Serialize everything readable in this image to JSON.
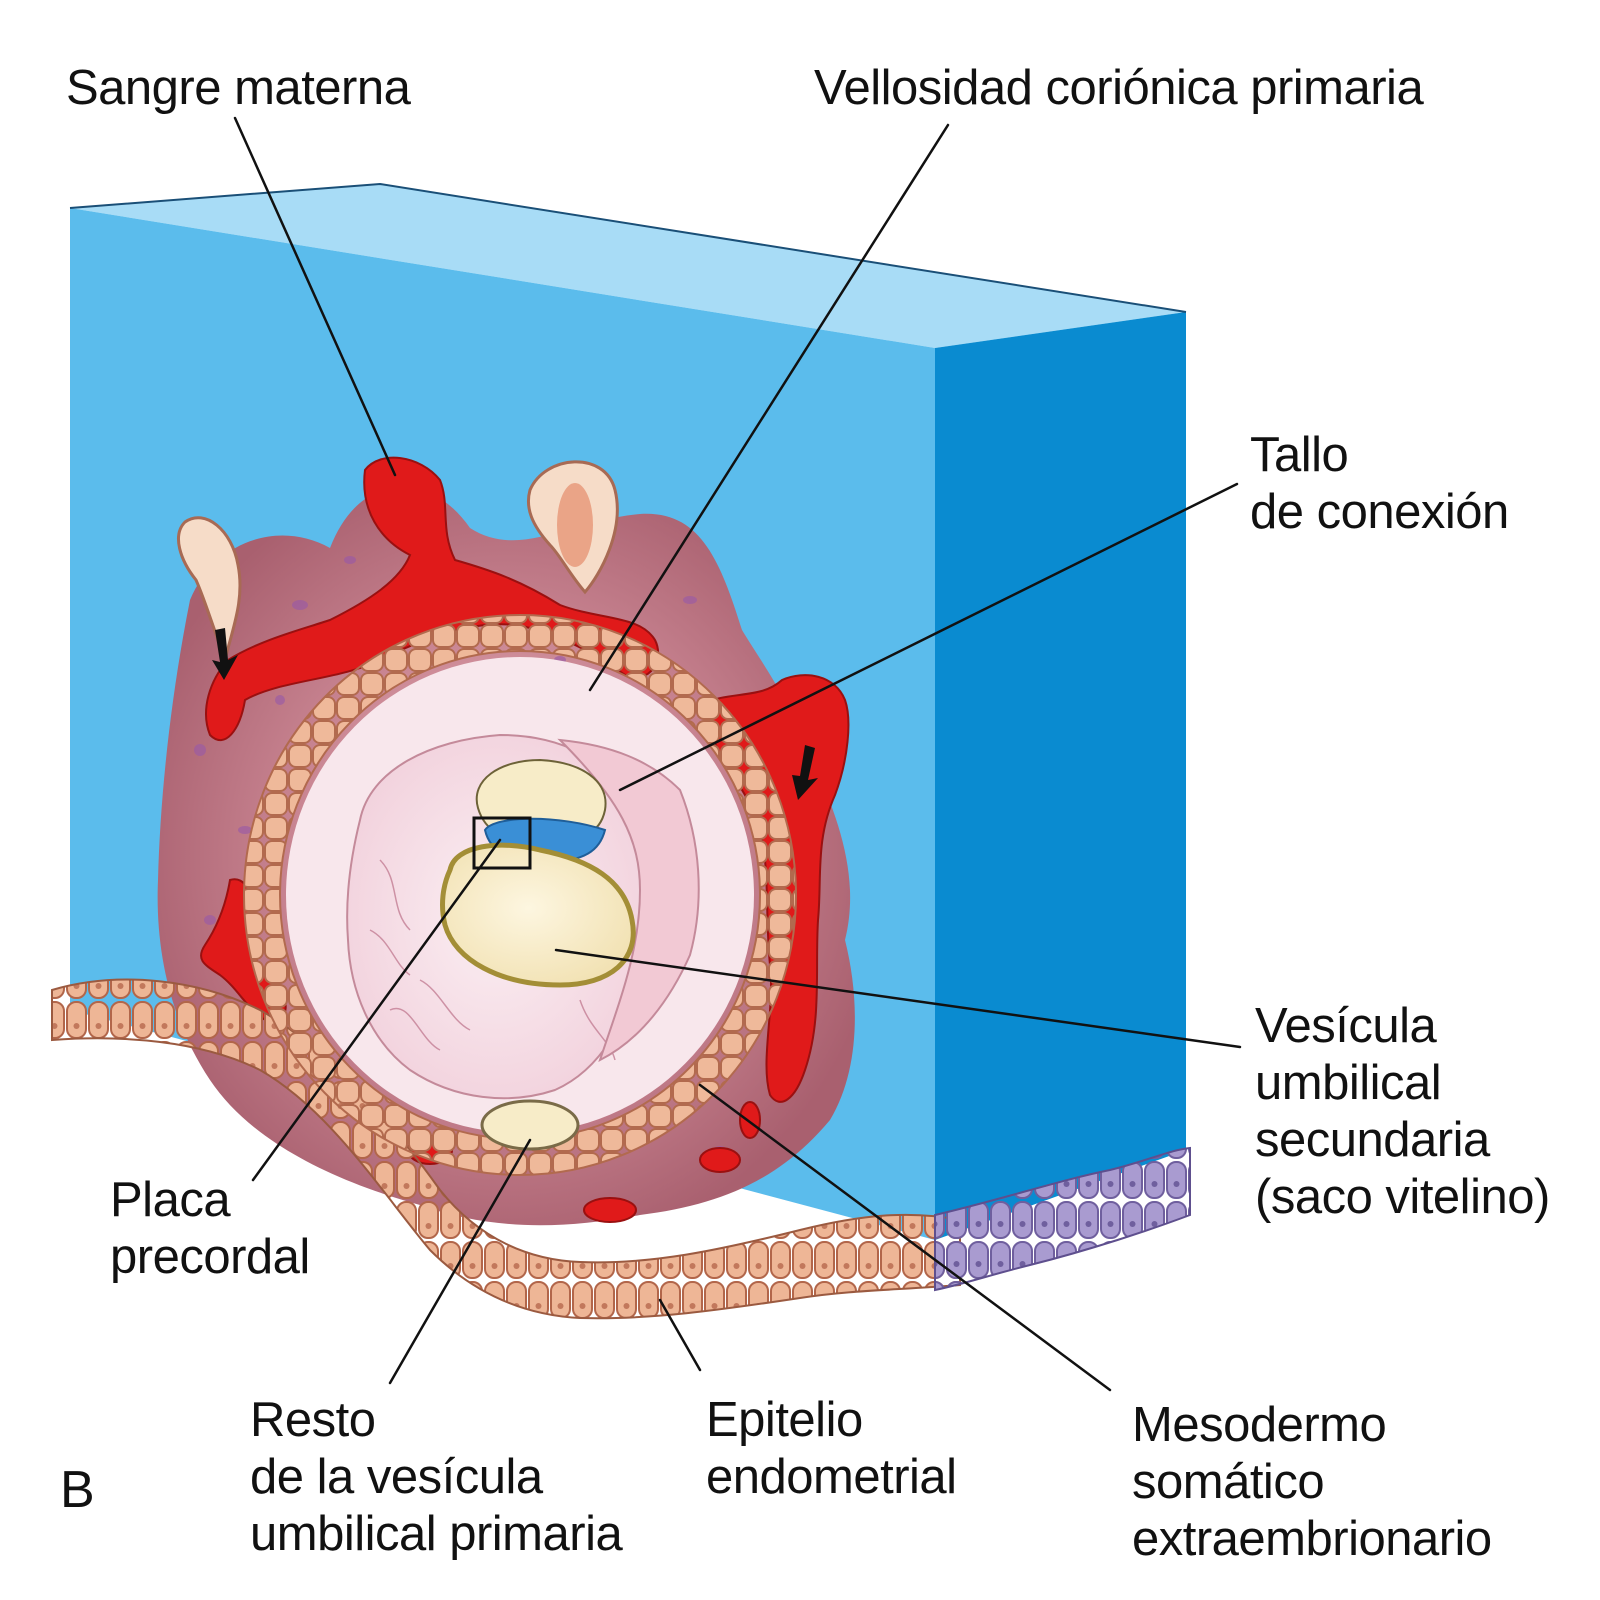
{
  "panel_letter": "B",
  "labels": {
    "sangre_materna": [
      "Sangre materna"
    ],
    "vellosidad": [
      "Vellosidad coriónica primaria"
    ],
    "tallo": [
      "Tallo",
      "de conexión"
    ],
    "vesicula_secundaria": [
      "Vesícula",
      "umbilical",
      "secundaria",
      "(saco vitelino)"
    ],
    "placa": [
      "Placa",
      "precordal"
    ],
    "resto": [
      "Resto",
      "de la vesícula",
      "umbilical primaria"
    ],
    "epitelio": [
      "Epitelio",
      "endometrial"
    ],
    "mesodermo": [
      "Mesodermo",
      "somático",
      "extraembrionario"
    ]
  },
  "colors": {
    "block_front": "#5bbcec",
    "block_top": "#a8dcf6",
    "block_side": "#0a8bd0",
    "decidua": "#b9707e",
    "maternal_blood": "#e01a1a",
    "trophoblast": "#e6a987",
    "epithelium": "#e29a78",
    "epithelium_side": "#9688c2",
    "chorionic_cavity": "#f6dbe4",
    "amnion_blue": "#3a8fd6",
    "yolk_sac": "#f7ecc8",
    "leader": "#111111"
  }
}
